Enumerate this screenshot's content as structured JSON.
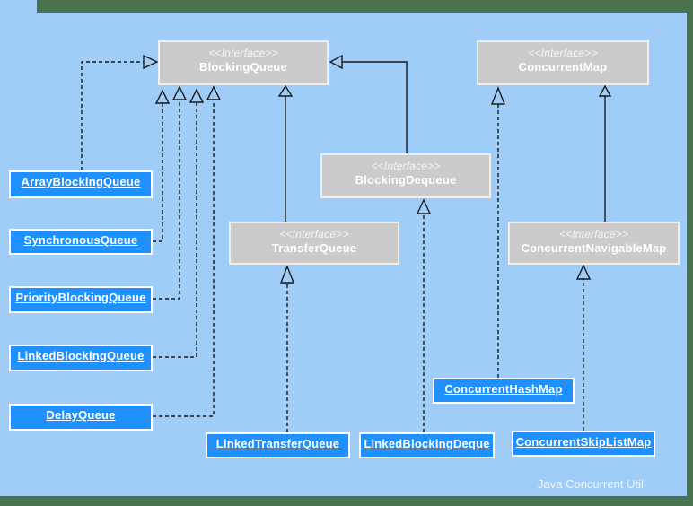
{
  "diagram": {
    "caption": "Java Concurrent Util",
    "colors": {
      "background": "#9fcdf8",
      "frame": "#4a7350",
      "interface_fill": "#cbcbcb",
      "class_fill": "#1e90ff",
      "text": "#ffffff"
    },
    "interfaces": {
      "blocking_queue": {
        "stereotype": "<<Interface>>",
        "name": "BlockingQueue"
      },
      "concurrent_map": {
        "stereotype": "<<Interface>>",
        "name": "ConcurrentMap"
      },
      "blocking_dequeue": {
        "stereotype": "<<Interface>>",
        "name": "BlockingDequeue"
      },
      "transfer_queue": {
        "stereotype": "<<Interface>>",
        "name": "TransferQueue"
      },
      "concurrent_navigable_map": {
        "stereotype": "<<Interface>>",
        "name": "ConcurrentNavigableMap"
      }
    },
    "classes": {
      "array_blocking_queue": {
        "name": "ArrayBlockingQueue"
      },
      "synchronous_queue": {
        "name": "SynchronousQueue"
      },
      "priority_blocking_queue": {
        "name": "PriorityBlockingQueue"
      },
      "linked_blocking_queue": {
        "name": "LinkedBlockingQueue"
      },
      "delay_queue": {
        "name": "DelayQueue"
      },
      "linked_transfer_queue": {
        "name": "LinkedTransferQueue"
      },
      "linked_blocking_deque": {
        "name": "LinkedBlockingDeque"
      },
      "concurrent_hash_map": {
        "name": "ConcurrentHashMap"
      },
      "concurrent_skip_list_map": {
        "name": "ConcurrentSkipListMap"
      }
    },
    "relationships": [
      {
        "from": "ArrayBlockingQueue",
        "to": "BlockingQueue",
        "type": "implements"
      },
      {
        "from": "SynchronousQueue",
        "to": "BlockingQueue",
        "type": "implements"
      },
      {
        "from": "PriorityBlockingQueue",
        "to": "BlockingQueue",
        "type": "implements"
      },
      {
        "from": "LinkedBlockingQueue",
        "to": "BlockingQueue",
        "type": "implements"
      },
      {
        "from": "DelayQueue",
        "to": "BlockingQueue",
        "type": "implements"
      },
      {
        "from": "TransferQueue",
        "to": "BlockingQueue",
        "type": "extends"
      },
      {
        "from": "BlockingDequeue",
        "to": "BlockingQueue",
        "type": "extends"
      },
      {
        "from": "LinkedTransferQueue",
        "to": "TransferQueue",
        "type": "implements"
      },
      {
        "from": "LinkedBlockingDeque",
        "to": "BlockingDequeue",
        "type": "implements"
      },
      {
        "from": "ConcurrentHashMap",
        "to": "ConcurrentMap",
        "type": "implements"
      },
      {
        "from": "ConcurrentNavigableMap",
        "to": "ConcurrentMap",
        "type": "extends"
      },
      {
        "from": "ConcurrentSkipListMap",
        "to": "ConcurrentNavigableMap",
        "type": "implements"
      }
    ]
  }
}
